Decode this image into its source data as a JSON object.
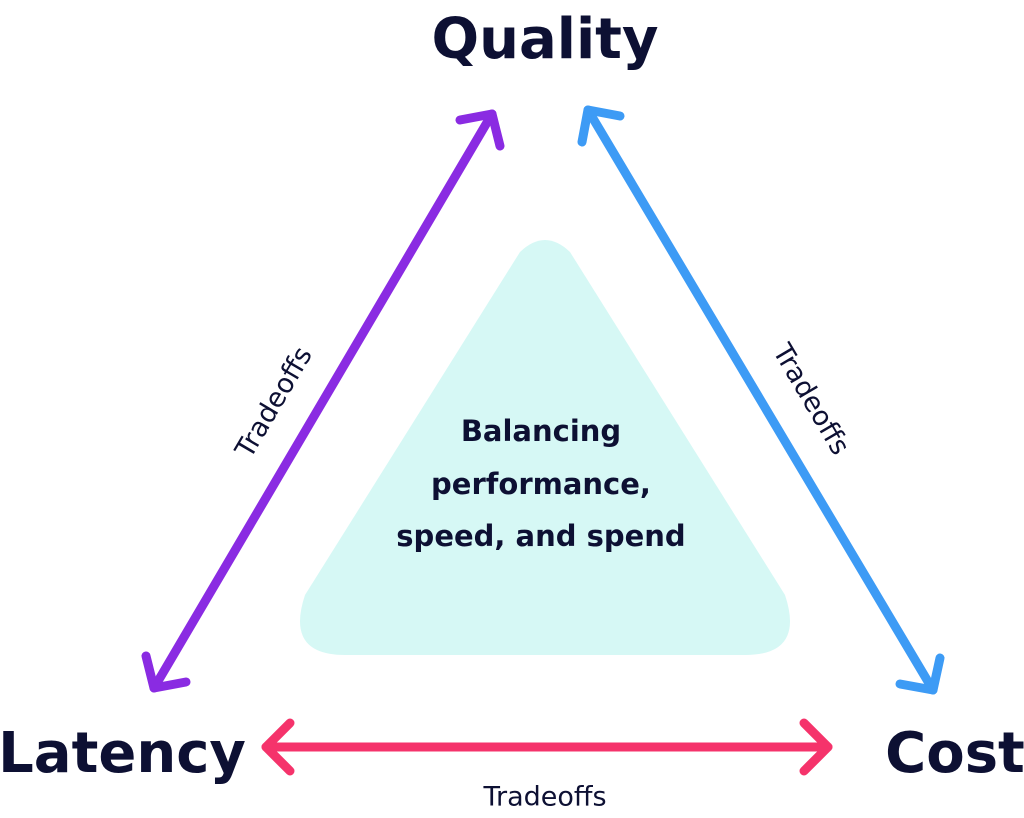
{
  "nodes": {
    "quality": "Quality",
    "latency": "Latency",
    "cost": "Cost"
  },
  "edges": {
    "quality_latency": "Tradeoffs",
    "quality_cost": "Tradeoffs",
    "latency_cost": "Tradeoffs"
  },
  "center": {
    "line1": "Balancing",
    "line2": "performance,",
    "line3": "speed, and spend"
  },
  "colors": {
    "text": "#0d1033",
    "quality_latency_arrow": "#8a2be2",
    "quality_cost_arrow": "#3d9bf5",
    "latency_cost_arrow": "#f5336b",
    "center_fill": "#d6f8f5"
  }
}
